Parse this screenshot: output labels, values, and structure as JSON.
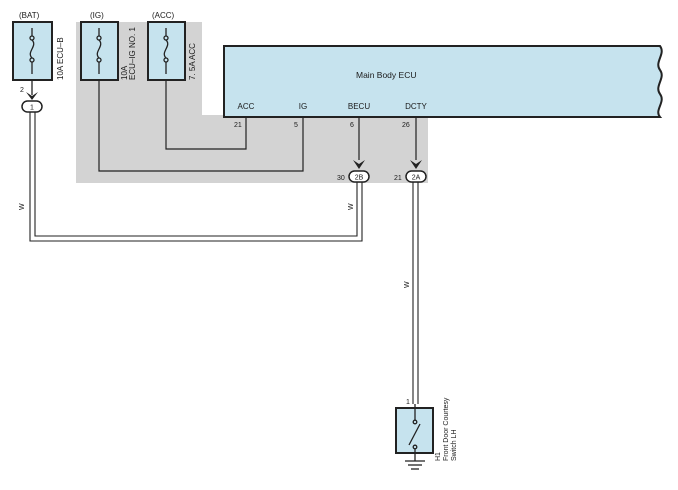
{
  "colors": {
    "shade": "#d3d3d3",
    "component_fill": "#c6e3ee",
    "wire": "#222222"
  },
  "fuses": [
    {
      "source_label": "(BAT)",
      "name": "10A ECU–B",
      "pin": "2",
      "connector": "1"
    },
    {
      "source_label": "(IG)",
      "name_line1": "10A",
      "name_line2": "ECU–IG NO. 1"
    },
    {
      "source_label": "(ACC)",
      "name": "7. 5A ACC"
    }
  ],
  "ecu": {
    "title": "Main Body ECU",
    "pins": [
      {
        "name": "ACC",
        "number": "21"
      },
      {
        "name": "IG",
        "number": "5"
      },
      {
        "name": "BECU",
        "number": "6"
      },
      {
        "name": "DCTY",
        "number": "26"
      }
    ]
  },
  "connectors": [
    {
      "id": "2B",
      "pin": "30"
    },
    {
      "id": "2A",
      "pin": "21"
    }
  ],
  "wire_colors": {
    "bat_wire": "W",
    "becu_wire": "W",
    "dcty_wire": "W"
  },
  "switch": {
    "pin": "1",
    "code": "H1",
    "name_line1": "Front Door Courtesy",
    "name_line2": "Switch LH"
  },
  "icons": [
    "fuse-icon",
    "fuse-icon",
    "fuse-icon",
    "connector-arrow-icon",
    "switch-icon",
    "ground-icon"
  ]
}
